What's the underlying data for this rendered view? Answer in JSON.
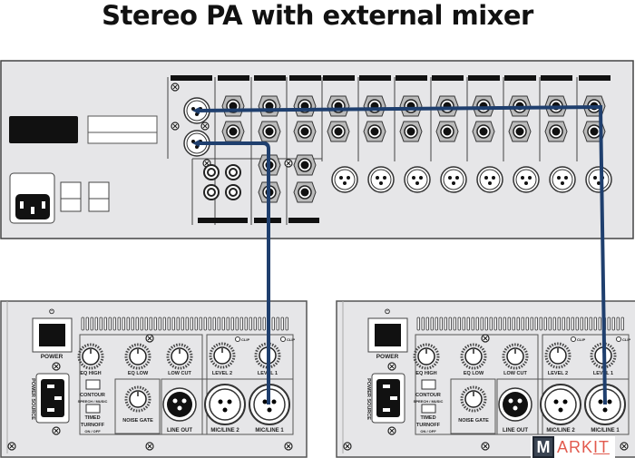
{
  "title": "Stereo PA with external mixer",
  "colors": {
    "cable": "#1f3f6e",
    "panel": "#e6e6e8",
    "watermark_accent": "#e25a4e"
  },
  "speaker": {
    "power": "POWER",
    "power_source": "POWER SOURCE",
    "eq_high": "EQ HIGH",
    "eq_low": "EQ LOW",
    "low_cut": "LOW CUT",
    "contour": "CONTOUR",
    "contour_opts": "SPEECH / MUSIC",
    "timed_turnoff_1": "TIMED",
    "timed_turnoff_2": "TURNOFF",
    "turnoff_opts": "ON / OFF",
    "noise_gate": "NOISE GATE",
    "level_2": "LEVEL 2",
    "level_1": "LEVEL 1",
    "clip": "CLIP",
    "line_out": "LINE OUT",
    "mic_line_2": "MIC/LINE 2",
    "mic_line_1": "MIC/LINE 1"
  },
  "watermark": {
    "m": "M",
    "rest": "ARK",
    "it": "IT"
  }
}
